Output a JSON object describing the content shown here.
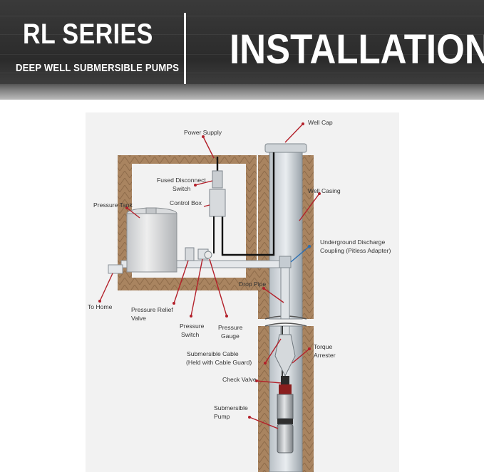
{
  "header": {
    "series": "RL SERIES",
    "subtitle": "DEEP WELL SUBMERSIBLE PUMPS",
    "section": "INSTALLATION"
  },
  "colors": {
    "header_bg": "#2f2f2f",
    "soil": "#a27d5a",
    "pointer_red": "#b3202a",
    "pointer_blue": "#2a6fb3",
    "pipe_gray": "#9aa3aa"
  },
  "labels": {
    "power_supply": "Power Supply",
    "well_cap": "Well Cap",
    "fused_disconnect_1": "Fused Disconnect",
    "fused_disconnect_2": "Switch",
    "control_box": "Control Box",
    "pressure_tank": "Pressure Tank",
    "well_casing": "Well Casing",
    "pitless_1": "Underground Discharge",
    "pitless_2": "Coupling (Pitless Adapter)",
    "drop_pipe": "Drop Pipe",
    "to_home": "To Home",
    "relief_1": "Pressure Relief",
    "relief_2": "Valve",
    "switch_1": "Pressure",
    "switch_2": "Switch",
    "gauge_1": "Pressure",
    "gauge_2": "Gauge",
    "cable_1": "Submersible Cable",
    "cable_2": "(Held with Cable Guard)",
    "torque_1": "Torque",
    "torque_2": "Arrester",
    "check_valve": "Check Valve",
    "pump_1": "Submersible",
    "pump_2": "Pump"
  }
}
